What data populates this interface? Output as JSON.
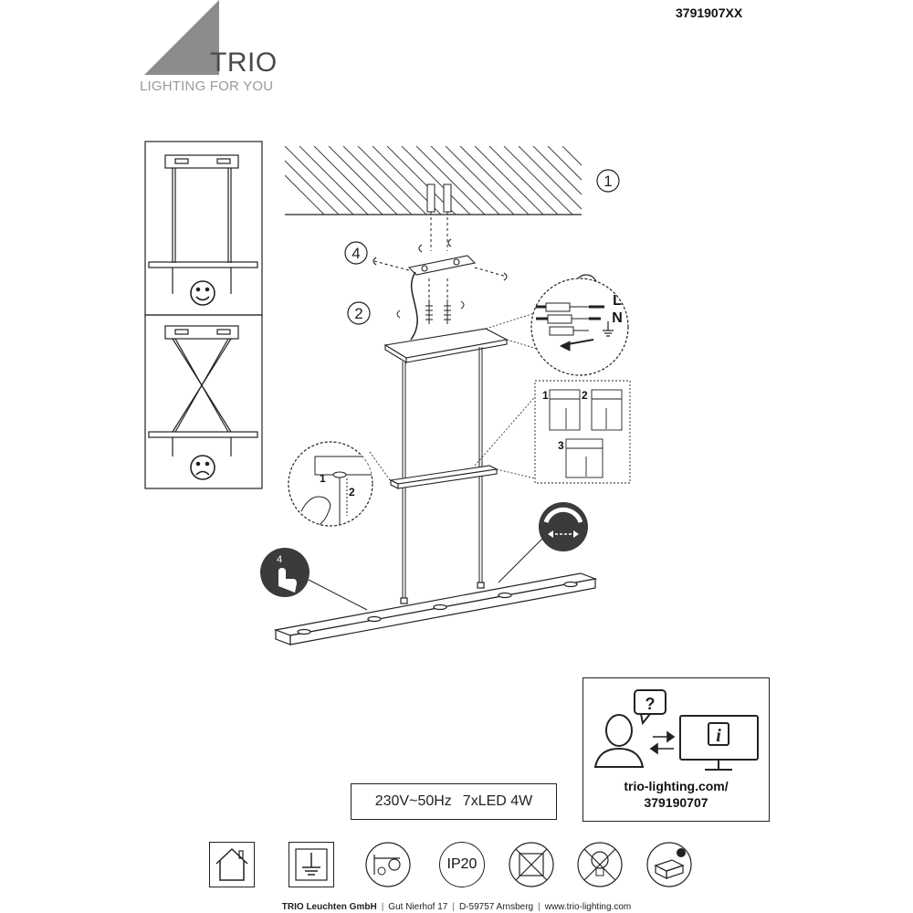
{
  "brand": {
    "name": "TRIO",
    "tagline": "LIGHTING FOR YOU"
  },
  "article_number": "3791907XX",
  "steps": {
    "s1": "1",
    "s2": "2",
    "s3": "3",
    "s4": "4"
  },
  "wiring": {
    "live": "L",
    "neutral": "N"
  },
  "detail": {
    "d1": "1",
    "d2": "2",
    "d3": "3"
  },
  "height_adjust": {
    "a1": "1",
    "a2": "2"
  },
  "touch": {
    "count": "4"
  },
  "specs": {
    "voltage": "230V~50Hz",
    "led": "7xLED 4W"
  },
  "info": {
    "url_line1": "trio-lighting.com/",
    "url_line2": "379190707"
  },
  "symbols": {
    "ip_rating": "IP20"
  },
  "footer": {
    "company": "TRIO Leuchten GmbH",
    "street": "Gut Nierhof 17",
    "city": "D-59757 Arnsberg",
    "web": "www.trio-lighting.com"
  },
  "colors": {
    "logo_gray": "#8c8c8c",
    "dark_badge": "#3b3b3b",
    "line": "#222222"
  }
}
